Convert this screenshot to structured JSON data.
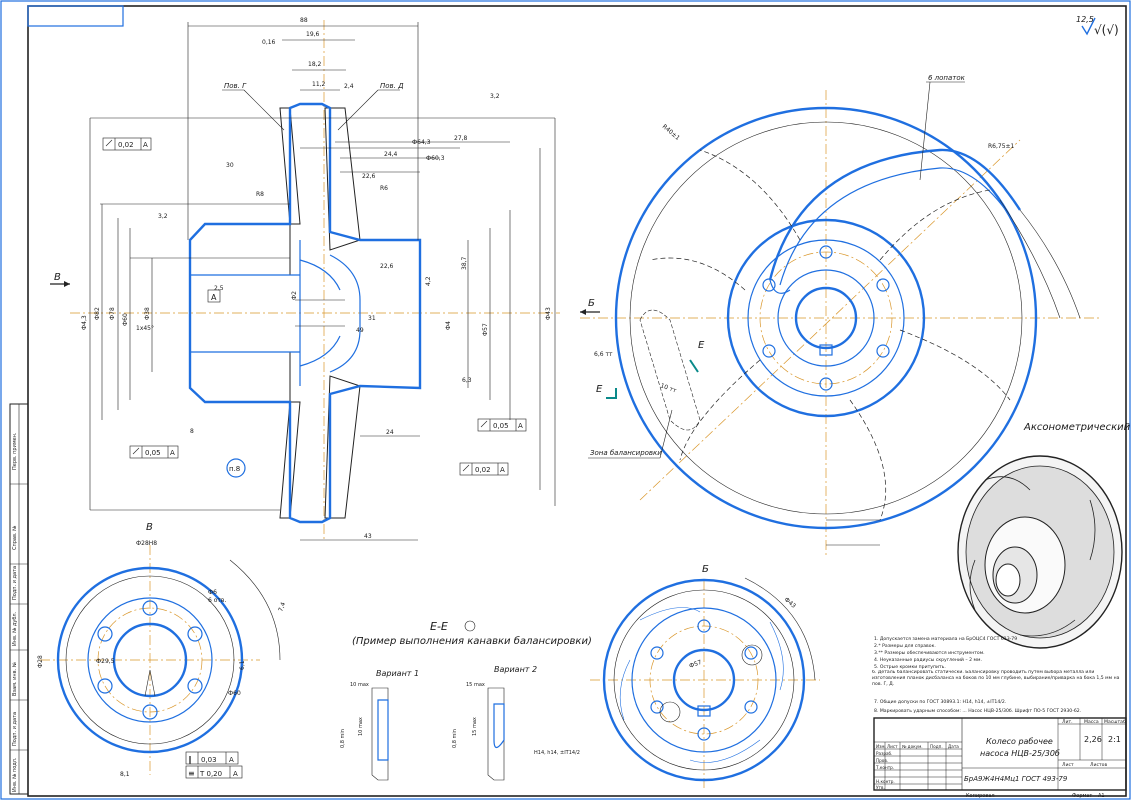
{
  "drawing": {
    "roughness_corner": "12,5",
    "roughness_symbol": "√(√)",
    "dims_top": [
      "88",
      "19,6",
      "0,16",
      "18,2",
      "11,2",
      "2,4",
      "3,2",
      "27,8",
      "Ф64,3",
      "Ф60,3",
      "24,4",
      "22,6",
      "R6",
      "R8"
    ],
    "dims_left": [
      "Ф4,3",
      "Ф82",
      "Ф78",
      "Ф60",
      "Ф38",
      "3,2",
      "1x45°",
      "2,5",
      "30",
      "8"
    ],
    "dims_mid": [
      "22,6",
      "4,2",
      "38,7",
      "Ф2",
      "31",
      "49",
      "Ф4",
      "Ф57",
      "6,3",
      "24",
      "43",
      "Ф43"
    ],
    "tolerance_boxes": [
      {
        "label": "A",
        "value": "0,02"
      },
      {
        "label": "A",
        "value": "0,05"
      },
      {
        "label": "A",
        "value": "0,05"
      },
      {
        "label": "A",
        "value": "0,02"
      }
    ],
    "datum_A": "A",
    "surf_G": "Пов. Г",
    "surf_D": "Пов. Д",
    "view_arrow_left": "В",
    "view_arrow_right": "Б",
    "pn_circle": "п.8",
    "blades": "6 лопаток",
    "r_front": "R40±1",
    "r_back": "R6,75±1",
    "balance_zone": "Зона балансировки",
    "dim_66": "6,6 тт",
    "dim_10": "10 тт",
    "section_E1": "Е",
    "section_E2": "Е",
    "axon_title": "Аксонометрический вид (б/м)",
    "view_V_label": "В",
    "view_B_label": "Б",
    "view_V_dims": [
      "Ф28H8",
      "Ф6",
      "6 отв.",
      "Ф29,5",
      "Ф60",
      "Ф28",
      "6,1",
      "8,1",
      "7,4"
    ],
    "view_V_tol": [
      {
        "sym": "∥",
        "value": "0,03",
        "datum": "A"
      },
      {
        "sym": "≡",
        "value": "Т 0,20",
        "datum": "A"
      }
    ],
    "view_B_dims": [
      "Ф57",
      "Ф43"
    ],
    "section_EE_title": "Е-Е",
    "section_EE_sub": "(Пример выполнения канавки балансировки)",
    "variant1": "Вариант 1",
    "variant2": "Вариант 2",
    "var_dims": [
      "10 max",
      "10 max",
      "15 max",
      "15 max",
      "0,8 min",
      "0,8 min"
    ],
    "var_note": "H14, h14, ±IT14/2",
    "notes": [
      "1. Допускается замена материала на БрОЦС4 ГОСТ 613-79",
      "2.* Размеры для справок.",
      "3.** Размеры обеспечиваются инструментом.",
      "4. Неуказанные радиусы скруглений – 2 мм.",
      "5. Острые кромки притупить.",
      "6. Деталь балансировать статически. Балансировку проводить путем выбора металла или изготовления планок дисбаланса на боков по 10 мм глубине, выбирание/приварка на бока 1,5 мм на пов. Г, Д.",
      "7. Общие допуски по ГОСТ 30893.1: H14, h14, ±IT14/2.",
      "8. Маркировать ударным способом: ...  Насос НЦВ-25/30б. Шрифт ПО-5 ГОСТ 2930-62."
    ],
    "title_block": {
      "name_line1": "Колесо рабочее",
      "name_line2": "насоса НЦВ-25/30б",
      "material": "БрА9Ж4Н4Мц1 ГОСТ 493-79",
      "lit": "Лит.",
      "mass_h": "Масса",
      "scale_h": "Масштаб",
      "mass": "2,26",
      "scale": "2:1",
      "sheet": "Лист",
      "sheets": "Листов",
      "rows": [
        "Изм.",
        "Лист",
        "№ докум.",
        "Подп.",
        "Дата",
        "Разраб.",
        "Пров.",
        "Т.контр.",
        "Н.контр.",
        "Утв."
      ],
      "copied": "Копировал",
      "format": "Формат",
      "format_val": "А1"
    },
    "side_stamp": [
      "Перв. примен.",
      "Справ. №",
      "Подп. и дата",
      "Инв. № дубл.",
      "Взам. инв. №",
      "Подп. и дата",
      "Инв. № подл."
    ]
  }
}
